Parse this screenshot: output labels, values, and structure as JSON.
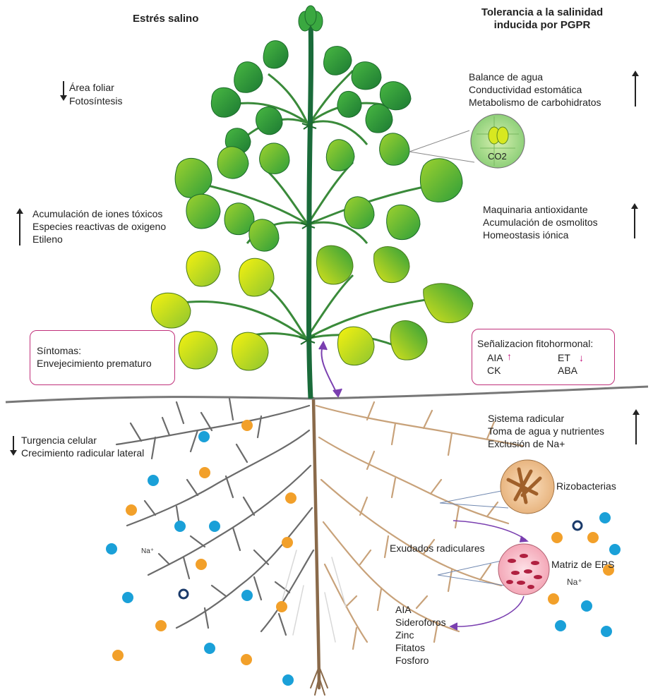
{
  "headings": {
    "left": "Estrés salino",
    "right_line1": "Tolerancia a la salinidad",
    "right_line2": "inducida por PGPR"
  },
  "left_labels": {
    "leaf_area": "Área foliar",
    "photosynthesis": "Fotosíntesis",
    "toxic_ions": "Acumulación de iones tóxicos",
    "ros": "Especies reactivas de oxigeno",
    "ethylene": "Etileno",
    "symptoms_title": "Síntomas:",
    "symptoms_text": "Envejecimiento prematuro",
    "turgor": "Turgencia celular",
    "lateral_growth": "Crecimiento radicular lateral"
  },
  "right_labels": {
    "water_balance": "Balance de agua",
    "stomatal": "Conductividad estomática",
    "carbs": "Metabolismo de carbohidratos",
    "co2": "CO2",
    "antioxidant": "Maquinaria antioxidante",
    "osmolytes": "Acumulación de osmolitos",
    "ionic": "Homeostasis iónica",
    "signal_title": "Señalizacion fitohormonal:",
    "aia": "AIA",
    "ck": "CK",
    "et": "ET",
    "aba": "ABA",
    "root_system": "Sistema radicular",
    "uptake": "Toma de agua y nutrientes",
    "na_exclusion": "Exclusión de Na+",
    "rhizobacteria": "Rizobacterias",
    "exudates": "Exudados radiculares",
    "eps": "Matriz de EPS"
  },
  "soil_labels": {
    "na_left": "Na⁺",
    "na_right": "Na⁺",
    "list": [
      "AIA",
      "Sideroforos",
      "Zinc",
      "Fitatos",
      "Fosforo"
    ]
  },
  "colors": {
    "stem": "#1a6b3a",
    "leaf_dark": "#2e9e3a",
    "leaf_light": "#e8e612",
    "root_brown": "#c8a27a",
    "root_grey": "#6b6b6b",
    "na_blue": "#1aa0d8",
    "na_orange": "#f2a02a",
    "box_border": "#c0307a",
    "arrow_purple": "#7a3fb0"
  }
}
